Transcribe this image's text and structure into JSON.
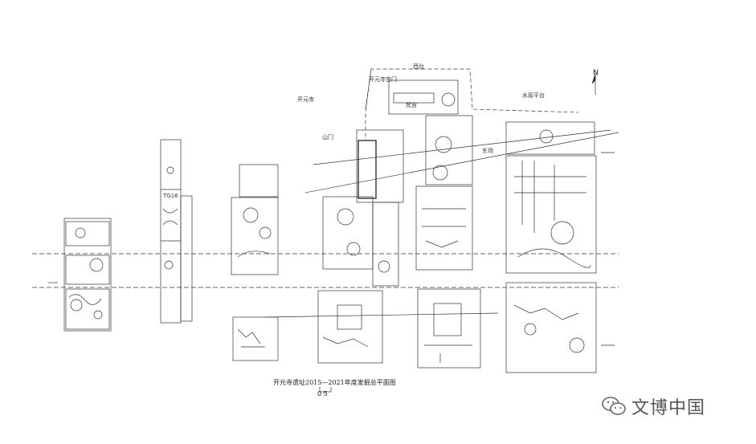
{
  "labels": {
    "kaiyuan_si": "开元寺",
    "shuizheng_pingtai": "水窖平台",
    "shanmen": "山门",
    "xi_tai": "西台",
    "fangong": "梵宫",
    "kaiyuan_gate": "开元寺宫门",
    "dongchang": "东场",
    "tg16": "TG16"
  },
  "title": "开元寺遗址2015—2021年度发掘总平面图",
  "scale": "0    5",
  "north": "N",
  "watermark": {
    "text": "文博中国"
  }
}
